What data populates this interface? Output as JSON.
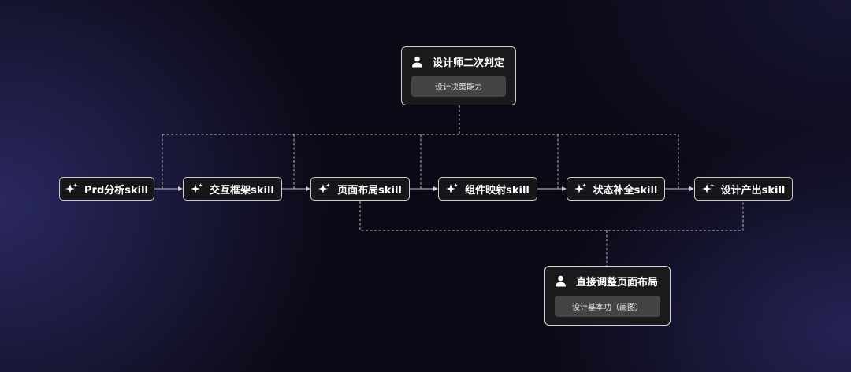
{
  "skills": [
    {
      "label": "Prd分析skill"
    },
    {
      "label": "交互框架skill"
    },
    {
      "label": "页面布局skill"
    },
    {
      "label": "组件映射skill"
    },
    {
      "label": "状态补全skill"
    },
    {
      "label": "设计产出skill"
    }
  ],
  "designer_review": {
    "title": "设计师二次判定",
    "chip": "设计决策能力"
  },
  "direct_layout": {
    "title": "直接调整页面布局",
    "chip": "设计基本功（画图）"
  },
  "icons": {
    "skill": "sparkle-icon",
    "card": "person-icon"
  },
  "colors": {
    "background": "#0b0a17",
    "node_border": "#c9c9ce",
    "chip": "#444447"
  }
}
